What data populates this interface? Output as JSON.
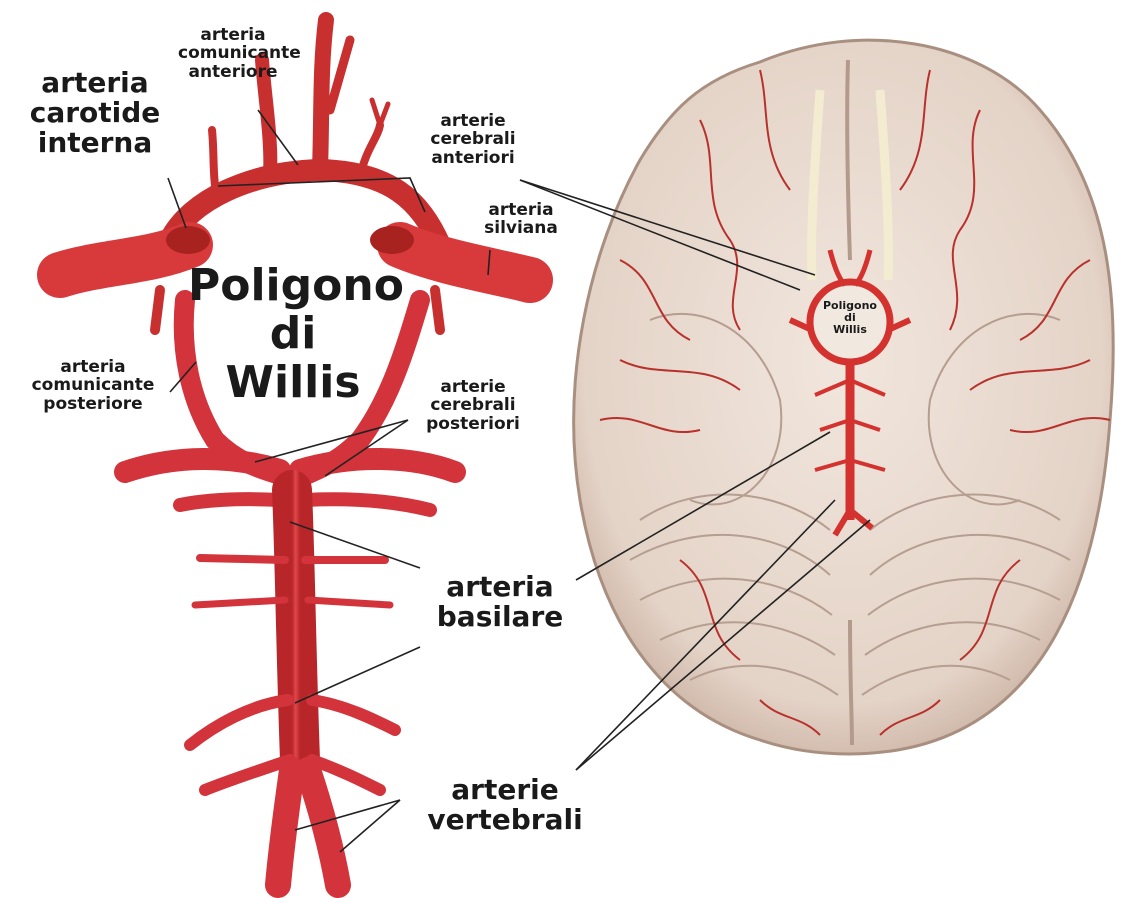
{
  "diagram": {
    "colors": {
      "artery": "#d9363a",
      "artery_dark": "#a8221f",
      "brain": "#e9dcd2",
      "brain_shadow": "#c9b3a6",
      "leader": "#222222"
    },
    "labels": {
      "anterior_communicating": [
        "arteria",
        "comunicante",
        "anteriore"
      ],
      "internal_carotid": [
        "arteria",
        "carotide",
        "interna"
      ],
      "anterior_cerebral": [
        "arterie",
        "cerebrali",
        "anteriori"
      ],
      "sylvian": [
        "arteria",
        "silviana"
      ],
      "circle_title": [
        "Poligono",
        "di",
        "Willis"
      ],
      "posterior_communicating": [
        "arteria",
        "comunicante",
        "posteriore"
      ],
      "posterior_cerebral": [
        "arterie",
        "cerebrali",
        "posteriori"
      ],
      "basilar": [
        "arteria",
        "basilare"
      ],
      "vertebral": [
        "arterie",
        "vertebrali"
      ],
      "brain_circle_tag": [
        "Poligono",
        "di",
        "Willis"
      ]
    }
  }
}
